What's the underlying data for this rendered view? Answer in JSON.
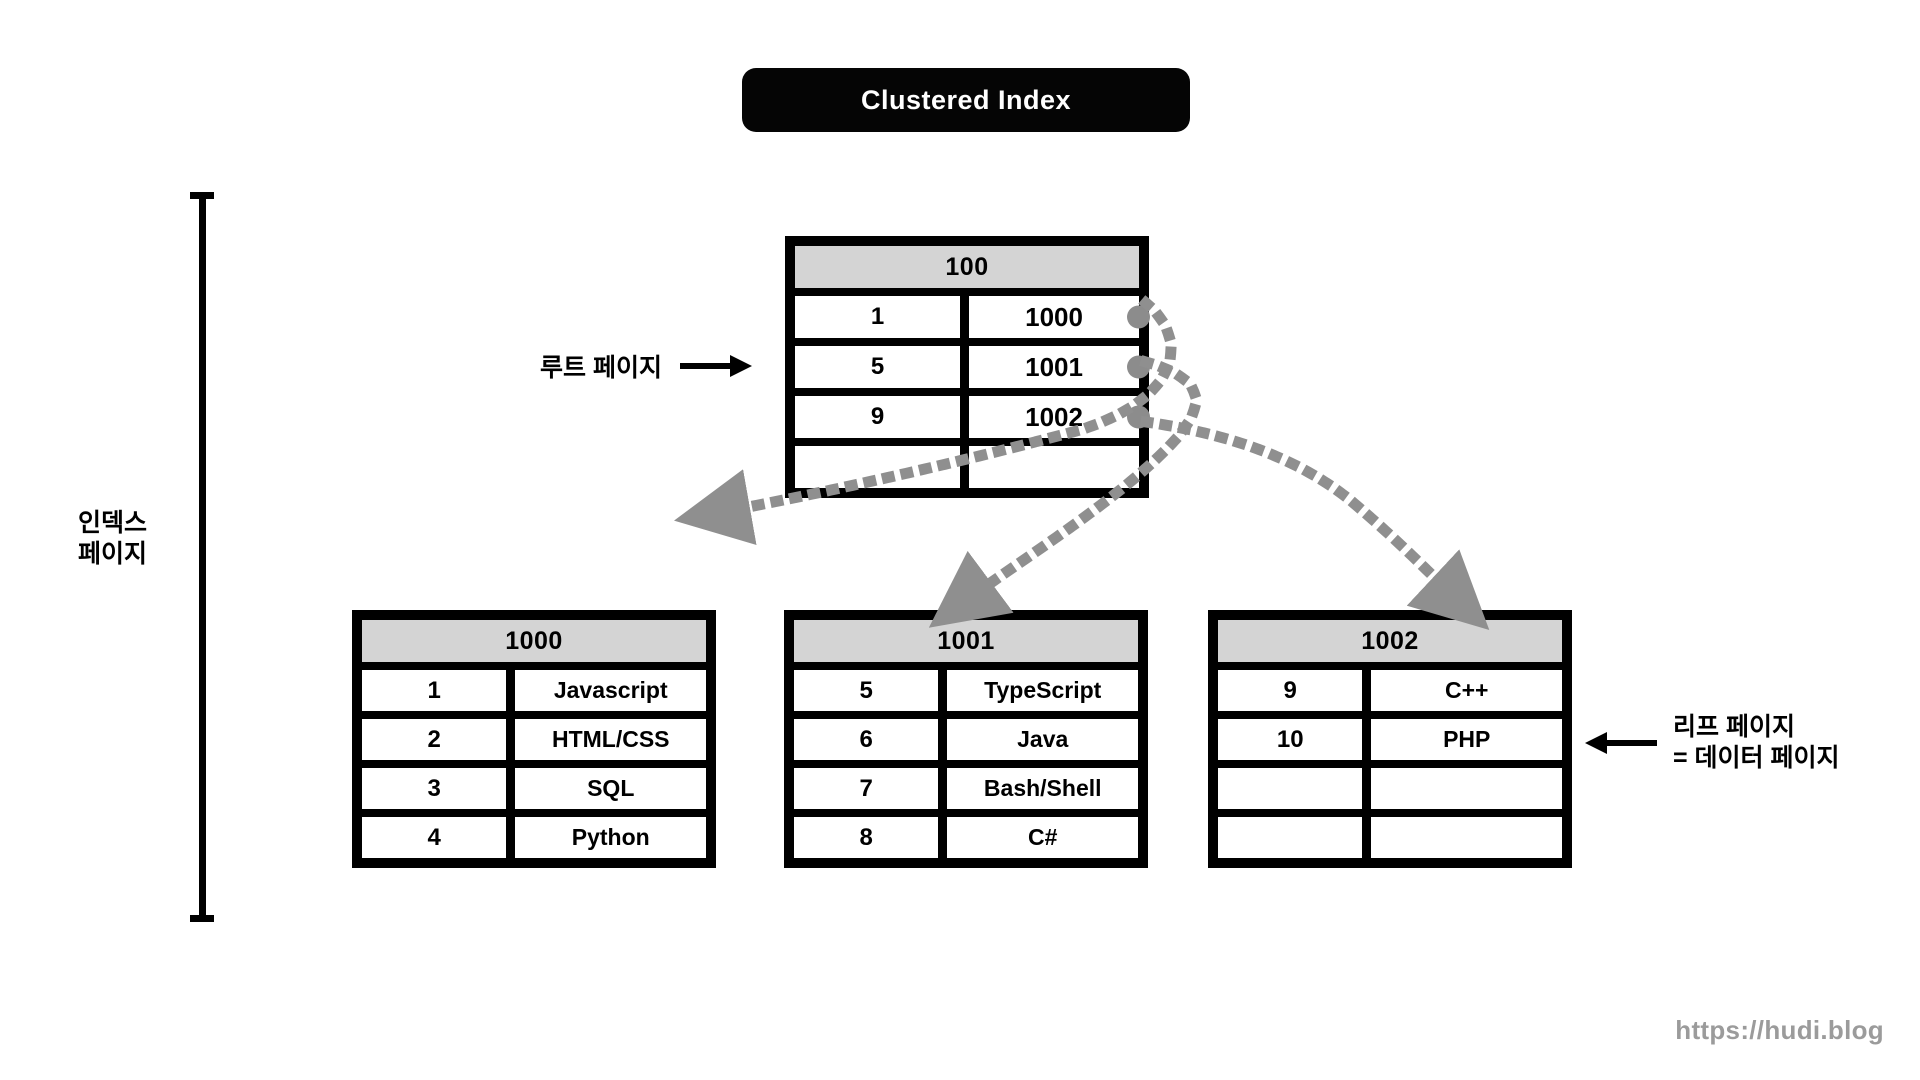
{
  "title": {
    "text": "Clustered Index",
    "badge_color": "#050505",
    "text_color": "#ffffff"
  },
  "annotations": {
    "index_bracket_label": "인덱스\n페이지",
    "root_page_label": "루트 페이지",
    "leaf_page_label": "리프 페이지\n= 데이터 페이지",
    "arrow_right_icon": "arrow-right-icon",
    "arrow_left_icon": "arrow-left-icon"
  },
  "colors": {
    "border": "#000000",
    "header_fill": "#d4d4d4",
    "cell_fill": "#ffffff",
    "connector": "#8c8c8c",
    "watermark": "#9b9b9b"
  },
  "root_page": {
    "name": "root-page",
    "header": "100",
    "rows": [
      {
        "key": "1",
        "value": "1000",
        "has_pointer": true
      },
      {
        "key": "5",
        "value": "1001",
        "has_pointer": true
      },
      {
        "key": "9",
        "value": "1002",
        "has_pointer": true
      },
      {
        "key": "",
        "value": "",
        "has_pointer": false
      }
    ]
  },
  "leaf_pages": [
    {
      "name": "leaf-page-1000",
      "header": "1000",
      "rows": [
        {
          "key": "1",
          "value": "Javascript"
        },
        {
          "key": "2",
          "value": "HTML/CSS"
        },
        {
          "key": "3",
          "value": "SQL"
        },
        {
          "key": "4",
          "value": "Python"
        }
      ]
    },
    {
      "name": "leaf-page-1001",
      "header": "1001",
      "rows": [
        {
          "key": "5",
          "value": "TypeScript"
        },
        {
          "key": "6",
          "value": "Java"
        },
        {
          "key": "7",
          "value": "Bash/Shell"
        },
        {
          "key": "8",
          "value": "C#"
        }
      ]
    },
    {
      "name": "leaf-page-1002",
      "header": "1002",
      "rows": [
        {
          "key": "9",
          "value": "C++"
        },
        {
          "key": "10",
          "value": "PHP"
        },
        {
          "key": "",
          "value": ""
        },
        {
          "key": "",
          "value": ""
        }
      ]
    }
  ],
  "connectors": [
    {
      "from": "root-row-1",
      "to": "leaf-page-1000",
      "style": "dotted-curve-arrow"
    },
    {
      "from": "root-row-5",
      "to": "leaf-page-1001",
      "style": "dotted-curve-arrow"
    },
    {
      "from": "root-row-9",
      "to": "leaf-page-1002",
      "style": "dotted-curve-arrow"
    }
  ],
  "watermark": {
    "text": "https://hudi.blog"
  }
}
